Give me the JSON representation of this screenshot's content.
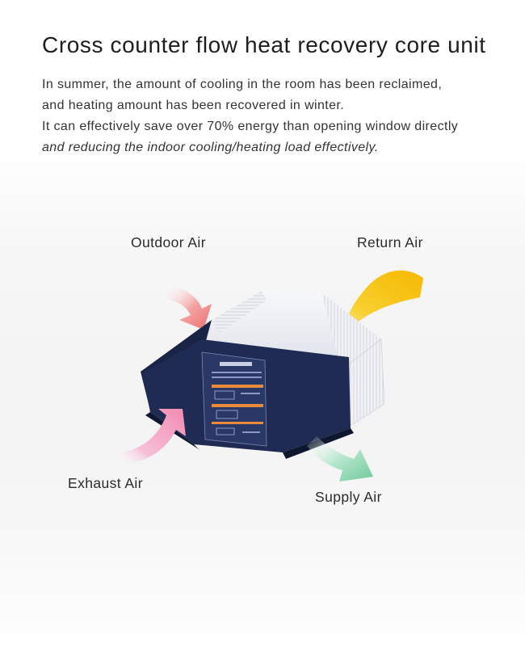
{
  "title": "Cross counter flow heat recovery core unit",
  "description": [
    "In summer, the amount of cooling in the room has been reclaimed,",
    "and heating amount has been recovered in winter.",
    "It can effectively save over 70% energy than opening window directly",
    "and reducing the indoor cooling/heating load effectively."
  ],
  "labels": {
    "outdoor": "Outdoor Air",
    "return": "Return Air",
    "exhaust": "Exhaust Air",
    "supply": "Supply Air"
  },
  "colors": {
    "outdoor_arrow": "#f08a8a",
    "return_arrow": "#f5b800",
    "exhaust_arrow": "#f5a0c0",
    "supply_arrow": "#7fd0a8",
    "unit_panel": "#1f2b52"
  }
}
